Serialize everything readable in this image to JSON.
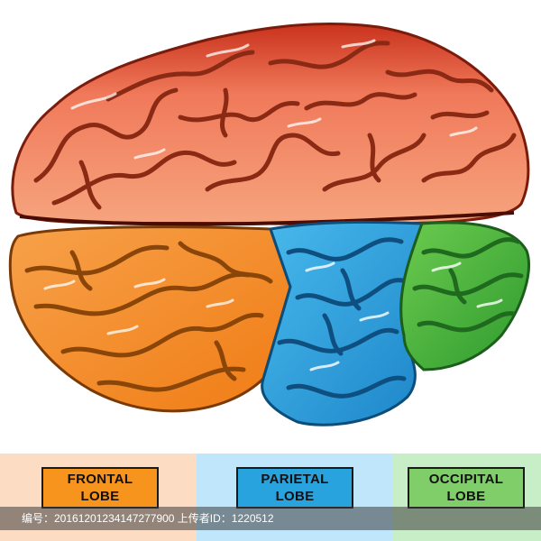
{
  "legend": {
    "frontal": {
      "label": "FRONTAL\nLOBE",
      "color": "#f7941d"
    },
    "parietal": {
      "label": "PARIETAL\nLOBE",
      "color": "#29a3dd"
    },
    "occipital": {
      "label": "OCCIPITAL\nLOBE",
      "color": "#7fce6a"
    }
  },
  "regions": {
    "temporal_hemisphere_color": "#f26a3d",
    "frontal_color": "#f7941d",
    "parietal_color": "#2ea8e0",
    "occipital_color": "#4cb848"
  },
  "watermark": {
    "text": "编号：20161201234147277900 上传者ID：1220512"
  }
}
